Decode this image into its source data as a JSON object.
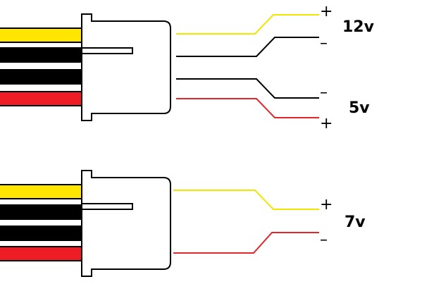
{
  "colors": {
    "yellow": "#ffe600",
    "black": "#000000",
    "red": "#ee1c24",
    "yellow_lead": "#f2e600",
    "red_lead": "#e3262b",
    "black_lead": "#000000"
  },
  "connectors": [
    {
      "wire_colors": [
        "yellow",
        "black",
        "black",
        "red"
      ],
      "outputs": [
        {
          "color": "yellow",
          "sign": "+"
        },
        {
          "color": "black",
          "sign": "–"
        },
        {
          "color": "black",
          "sign": "–"
        },
        {
          "color": "red",
          "sign": "+"
        }
      ],
      "voltages": [
        "12v",
        "5v"
      ]
    },
    {
      "wire_colors": [
        "yellow",
        "black",
        "black",
        "red"
      ],
      "outputs": [
        {
          "color": "yellow",
          "sign": "+"
        },
        {
          "color": "red",
          "sign": "–"
        }
      ],
      "voltages": [
        "7v"
      ]
    }
  ]
}
